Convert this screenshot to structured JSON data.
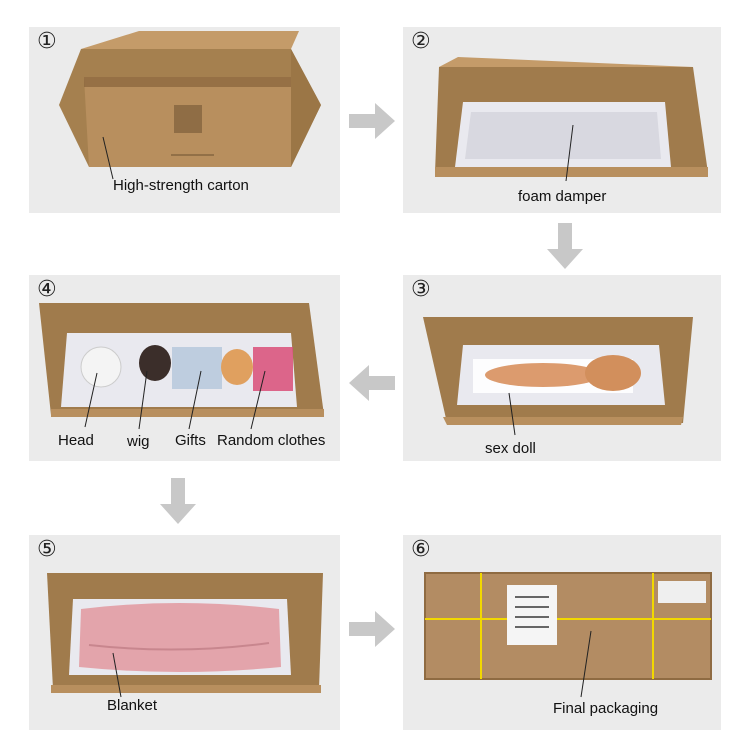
{
  "steps": [
    {
      "number": "①",
      "labels": [
        "High-strength carton"
      ]
    },
    {
      "number": "②",
      "labels": [
        "foam damper"
      ]
    },
    {
      "number": "③",
      "labels": [
        "sex doll"
      ]
    },
    {
      "number": "④",
      "labels": [
        "Head",
        "wig",
        "Gifts",
        "Random clothes"
      ]
    },
    {
      "number": "⑤",
      "labels": [
        "Blanket"
      ]
    },
    {
      "number": "⑥",
      "labels": [
        "Final packaging"
      ]
    }
  ],
  "colors": {
    "panel_bg": "#ebebeb",
    "cardboard": "#b88f5e",
    "cardboard_dark": "#8f6b42",
    "foam": "#e9e9ef",
    "arrow": "#c8c8c8",
    "tape": "#f2d800",
    "blanket": "#e3a4ab"
  }
}
